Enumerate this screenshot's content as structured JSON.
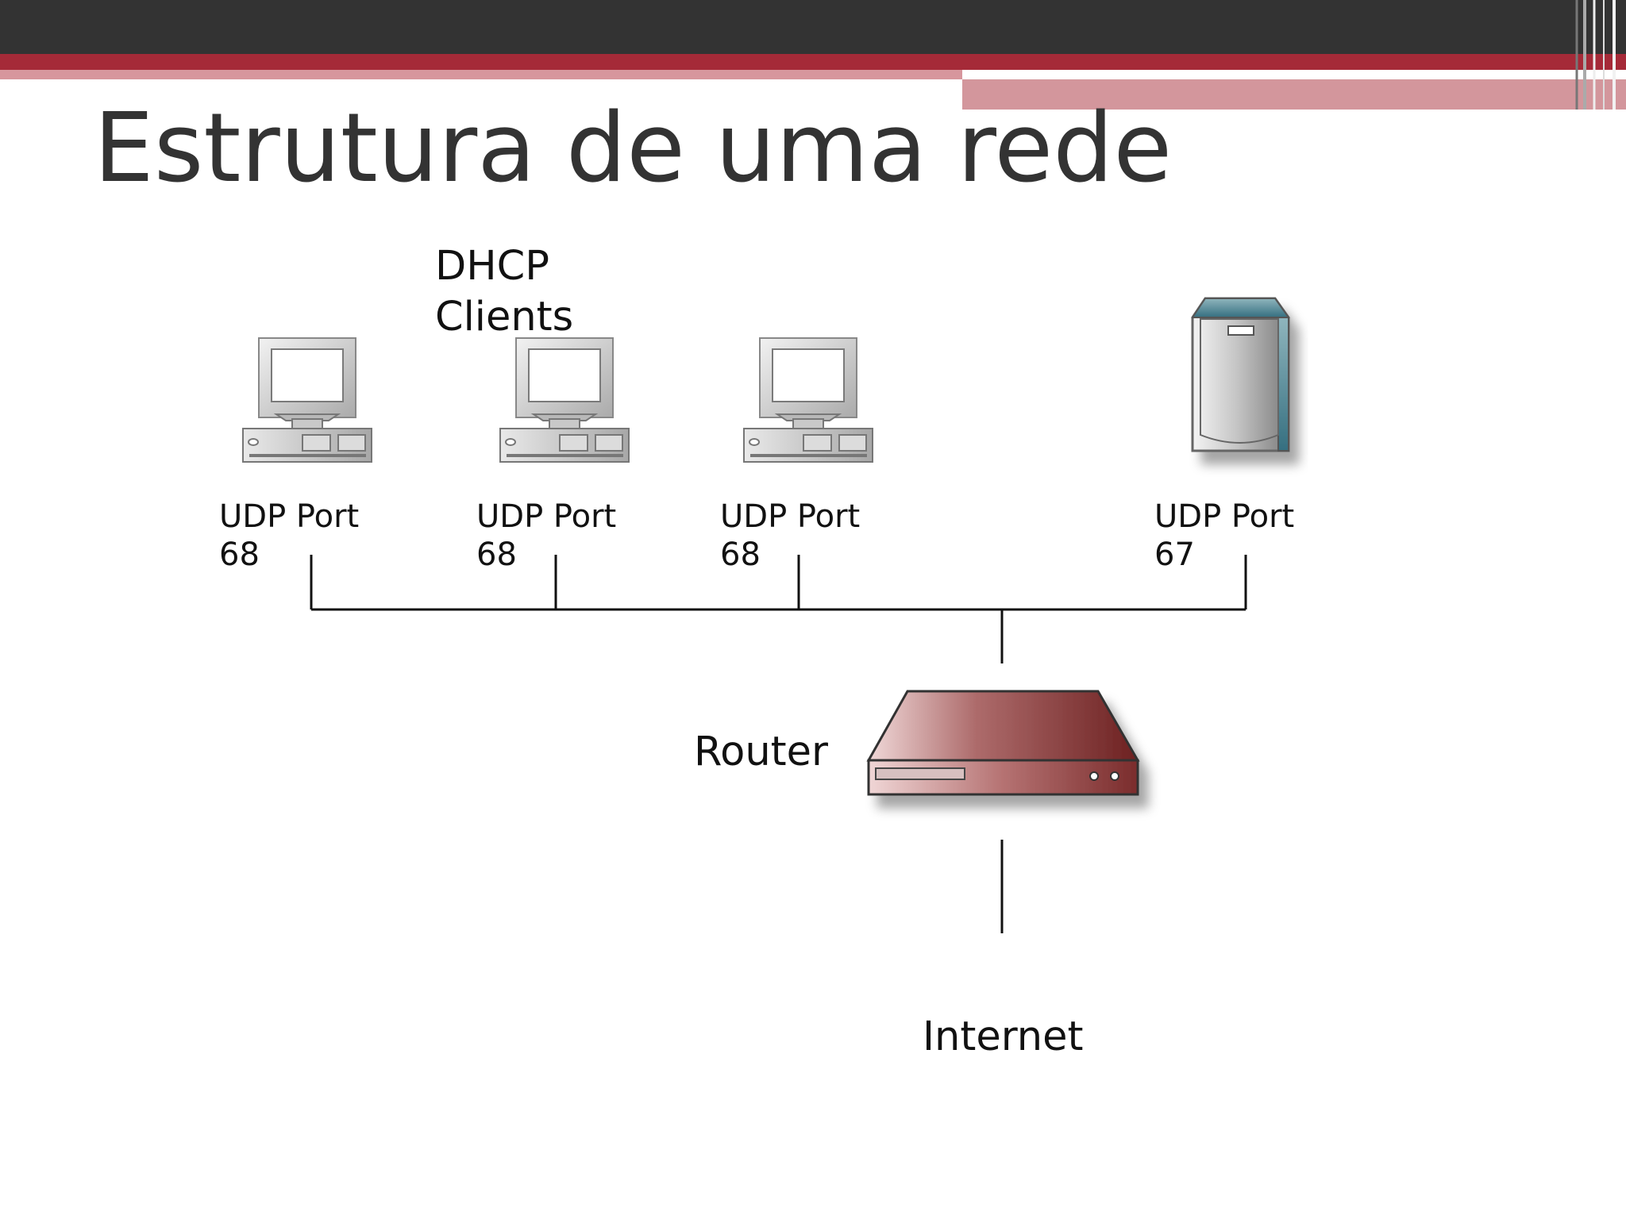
{
  "slide": {
    "title": "Estrutura de uma rede"
  },
  "diagram": {
    "clients_label": "DHCP\nClients",
    "router_label": "Router",
    "internet_label": "Internet",
    "ports": [
      {
        "line1": "UDP Port",
        "line2": "68"
      },
      {
        "line1": "UDP Port",
        "line2": "68"
      },
      {
        "line1": "UDP Port",
        "line2": "68"
      },
      {
        "line1": "UDP Port",
        "line2": "67"
      }
    ],
    "icons": [
      "desktop-computer-icon",
      "desktop-computer-icon",
      "desktop-computer-icon",
      "server-icon",
      "router-icon"
    ]
  },
  "colors": {
    "top_bar": "#333333",
    "accent_red": "#a52a38",
    "accent_pink": "#d3969c",
    "router": "#8e3737",
    "server_accent": "#3a7f90"
  }
}
